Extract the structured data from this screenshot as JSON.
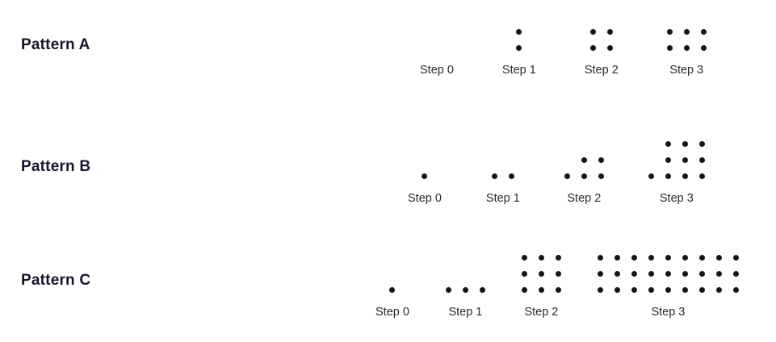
{
  "colors": {
    "background": "#ffffff",
    "dot": "#151515",
    "pattern_label": "#16162e",
    "step_label": "#2b2b2b"
  },
  "patterns": [
    {
      "name": "Pattern A",
      "steps": [
        {
          "label": "Step 0",
          "dot_count": 0,
          "dots": []
        },
        {
          "label": "Step 1",
          "dot_count": 2,
          "dots": [
            [
              0,
              0
            ],
            [
              0,
              1
            ]
          ]
        },
        {
          "label": "Step 2",
          "dot_count": 4,
          "dots": [
            [
              0,
              0
            ],
            [
              1,
              0
            ],
            [
              0,
              1
            ],
            [
              1,
              1
            ]
          ]
        },
        {
          "label": "Step 3",
          "dot_count": 6,
          "dots": [
            [
              0,
              0
            ],
            [
              1,
              0
            ],
            [
              2,
              0
            ],
            [
              0,
              1
            ],
            [
              1,
              1
            ],
            [
              2,
              1
            ]
          ]
        }
      ]
    },
    {
      "name": "Pattern B",
      "steps": [
        {
          "label": "Step 0",
          "dot_count": 1,
          "dots": [
            [
              0,
              0
            ]
          ]
        },
        {
          "label": "Step 1",
          "dot_count": 2,
          "dots": [
            [
              0,
              0
            ],
            [
              1,
              0
            ]
          ]
        },
        {
          "label": "Step 2",
          "dot_count": 5,
          "dots": [
            [
              1,
              0
            ],
            [
              2,
              0
            ],
            [
              0,
              1
            ],
            [
              1,
              1
            ],
            [
              2,
              1
            ]
          ]
        },
        {
          "label": "Step 3",
          "dot_count": 10,
          "dots": [
            [
              1,
              0
            ],
            [
              2,
              0
            ],
            [
              3,
              0
            ],
            [
              1,
              1
            ],
            [
              2,
              1
            ],
            [
              3,
              1
            ],
            [
              0,
              2
            ],
            [
              1,
              2
            ],
            [
              2,
              2
            ],
            [
              3,
              2
            ]
          ]
        }
      ]
    },
    {
      "name": "Pattern C",
      "steps": [
        {
          "label": "Step 0",
          "dot_count": 1,
          "dots": [
            [
              0,
              0
            ]
          ]
        },
        {
          "label": "Step 1",
          "dot_count": 3,
          "dots": [
            [
              0,
              0
            ],
            [
              1,
              0
            ],
            [
              2,
              0
            ]
          ]
        },
        {
          "label": "Step 2",
          "dot_count": 9,
          "dots": [
            [
              0,
              0
            ],
            [
              1,
              0
            ],
            [
              2,
              0
            ],
            [
              0,
              1
            ],
            [
              1,
              1
            ],
            [
              2,
              1
            ],
            [
              0,
              2
            ],
            [
              1,
              2
            ],
            [
              2,
              2
            ]
          ]
        },
        {
          "label": "Step 3",
          "dot_count": 27,
          "dots": [
            [
              0,
              0
            ],
            [
              1,
              0
            ],
            [
              2,
              0
            ],
            [
              3,
              0
            ],
            [
              4,
              0
            ],
            [
              5,
              0
            ],
            [
              6,
              0
            ],
            [
              7,
              0
            ],
            [
              8,
              0
            ],
            [
              0,
              1
            ],
            [
              1,
              1
            ],
            [
              2,
              1
            ],
            [
              3,
              1
            ],
            [
              4,
              1
            ],
            [
              5,
              1
            ],
            [
              6,
              1
            ],
            [
              7,
              1
            ],
            [
              8,
              1
            ],
            [
              0,
              2
            ],
            [
              1,
              2
            ],
            [
              2,
              2
            ],
            [
              3,
              2
            ],
            [
              4,
              2
            ],
            [
              5,
              2
            ],
            [
              6,
              2
            ],
            [
              7,
              2
            ],
            [
              8,
              2
            ]
          ]
        }
      ]
    }
  ]
}
